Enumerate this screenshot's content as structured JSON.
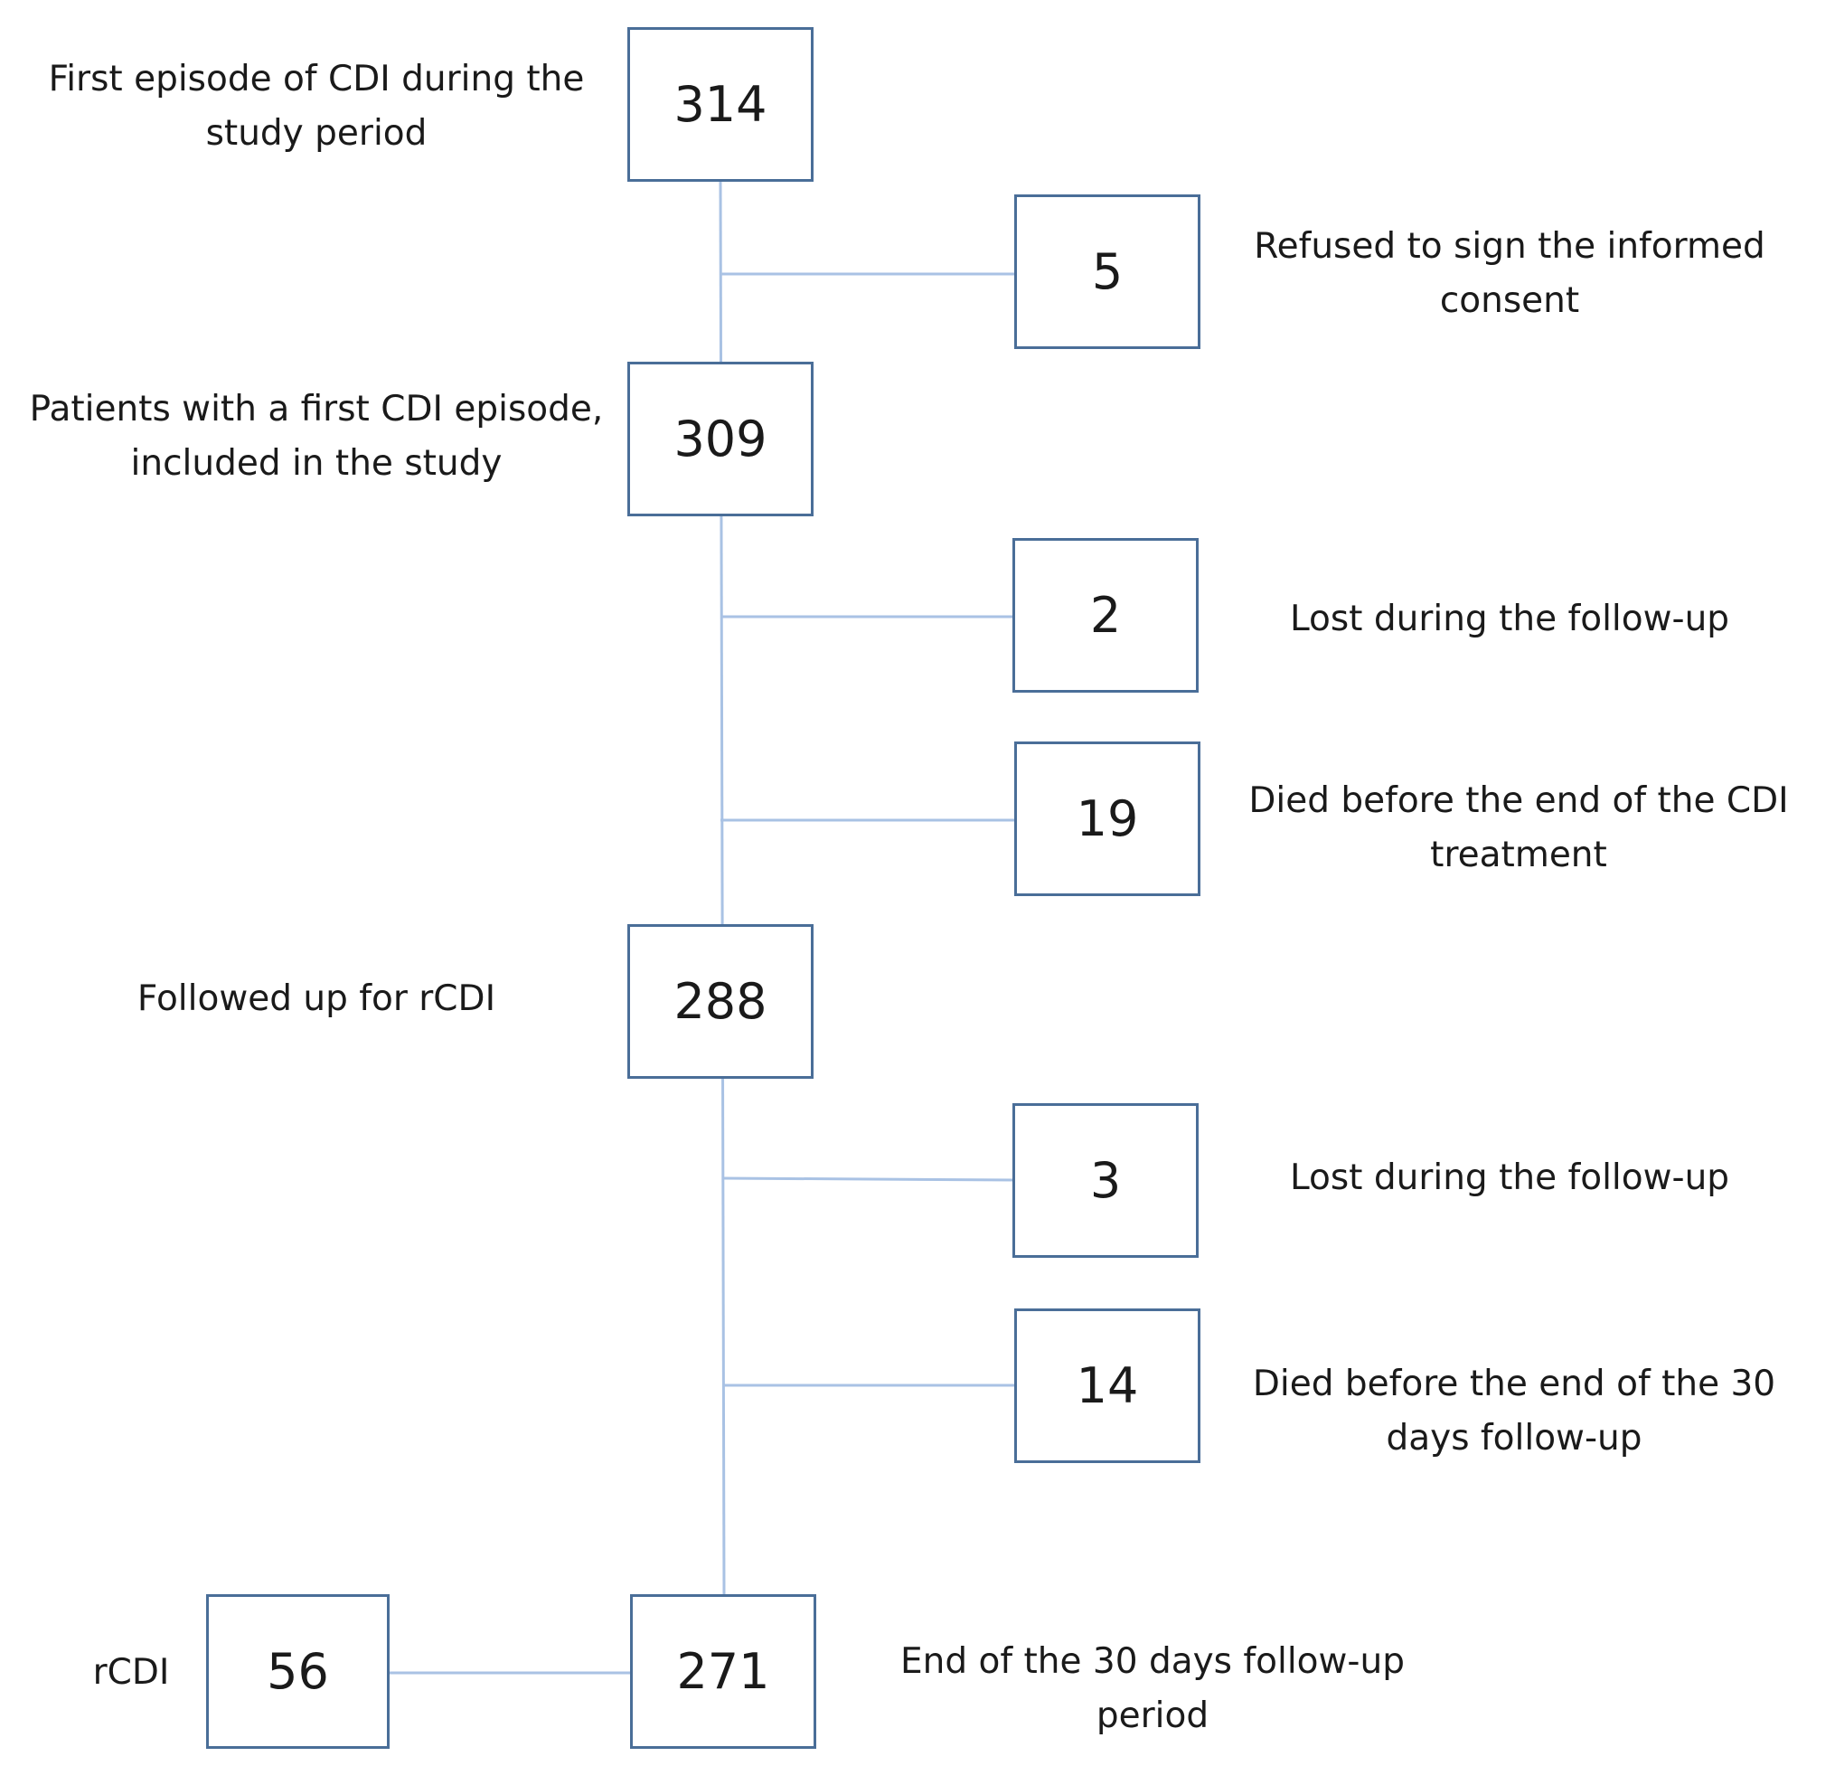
{
  "flow": {
    "step1": {
      "count": "314",
      "label": "First episode of CDI during the study period"
    },
    "exclusion1": {
      "count": "5",
      "label": "Refused to sign the informed consent"
    },
    "step2": {
      "count": "309",
      "label": "Patients with a first CDI episode, included in the study"
    },
    "exclusion2": {
      "count": "2",
      "label": "Lost during the follow-up"
    },
    "exclusion3": {
      "count": "19",
      "label": "Died before the end of the CDI treatment"
    },
    "step3": {
      "count": "288",
      "label": "Followed up for rCDI"
    },
    "exclusion4": {
      "count": "3",
      "label": "Lost during the follow-up"
    },
    "exclusion5": {
      "count": "14",
      "label": "Died before the end of the 30 days follow-up"
    },
    "step4": {
      "count": "271",
      "label": "End of the 30 days follow-up period"
    },
    "outcome": {
      "count": "56",
      "label": "rCDI"
    }
  },
  "colors": {
    "box_border": "#4a6e98",
    "connector": "#a9c2e4"
  }
}
